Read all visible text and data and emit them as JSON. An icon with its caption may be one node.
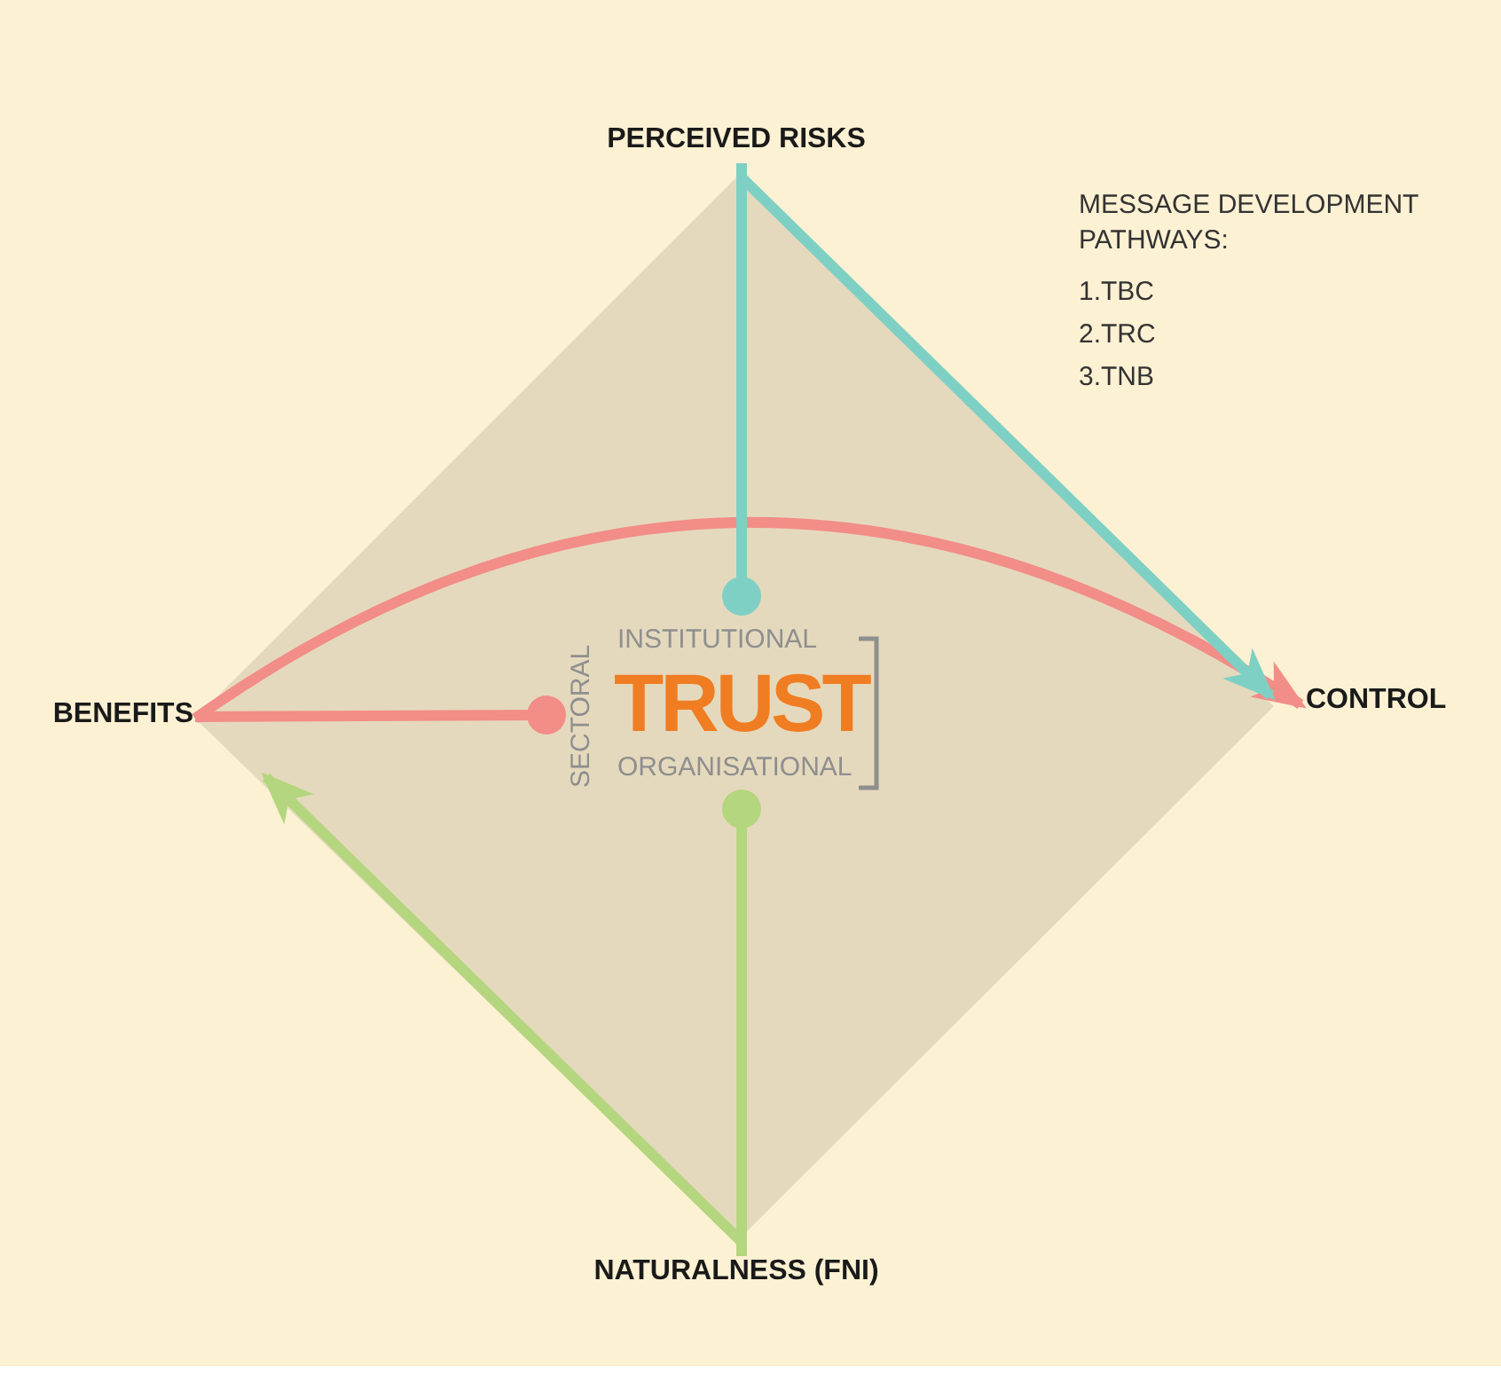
{
  "diagram": {
    "nodes": [
      {
        "text": [
          "PERCEIVED RISKS"
        ]
      },
      {
        "text": [
          "BENEFITS"
        ]
      },
      {
        "text": [
          "CONTROL"
        ]
      },
      {
        "text": [
          "NATURALNESS (FNI)"
        ]
      },
      {
        "text": [
          "INSTITUTIONAL",
          "TRUST",
          "ORGANISATIONAL",
          "SECTORAL"
        ]
      }
    ],
    "edges": [
      {
        "from": 4,
        "to": 1,
        "arrow": "other",
        "color": "#f28d88"
      },
      {
        "from": 1,
        "to": 2,
        "arrow": "to",
        "color": "#f28d88"
      },
      {
        "from": 4,
        "to": 0,
        "arrow": "other",
        "color": "#7fd0c4"
      },
      {
        "from": 0,
        "to": 2,
        "arrow": "to",
        "color": "#7fd0c4"
      },
      {
        "from": 4,
        "to": 3,
        "arrow": "other",
        "color": "#b4d67e"
      },
      {
        "from": 3,
        "to": 1,
        "arrow": "to",
        "color": "#b4d67e"
      }
    ],
    "labels": [
      "MESSAGE DEVELOPMENT PATHWAYS:",
      "1.TBC",
      "2.TRC",
      "3.TNB"
    ]
  }
}
